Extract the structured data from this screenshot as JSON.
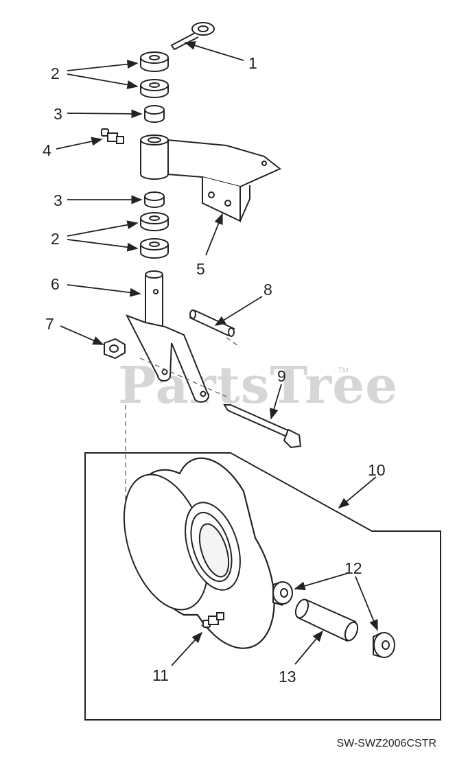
{
  "watermark": {
    "text": "PartsTree",
    "trademark": "TM"
  },
  "diagram_code": "SW-SWZ2006CSTR",
  "callouts": [
    {
      "id": "1",
      "label": "1"
    },
    {
      "id": "2a",
      "label": "2"
    },
    {
      "id": "3a",
      "label": "3"
    },
    {
      "id": "4",
      "label": "4"
    },
    {
      "id": "3b",
      "label": "3"
    },
    {
      "id": "2b",
      "label": "2"
    },
    {
      "id": "5",
      "label": "5"
    },
    {
      "id": "6",
      "label": "6"
    },
    {
      "id": "8",
      "label": "8"
    },
    {
      "id": "7",
      "label": "7"
    },
    {
      "id": "9",
      "label": "9"
    },
    {
      "id": "10",
      "label": "10"
    },
    {
      "id": "12",
      "label": "12"
    },
    {
      "id": "11",
      "label": "11"
    },
    {
      "id": "13",
      "label": "13"
    }
  ]
}
